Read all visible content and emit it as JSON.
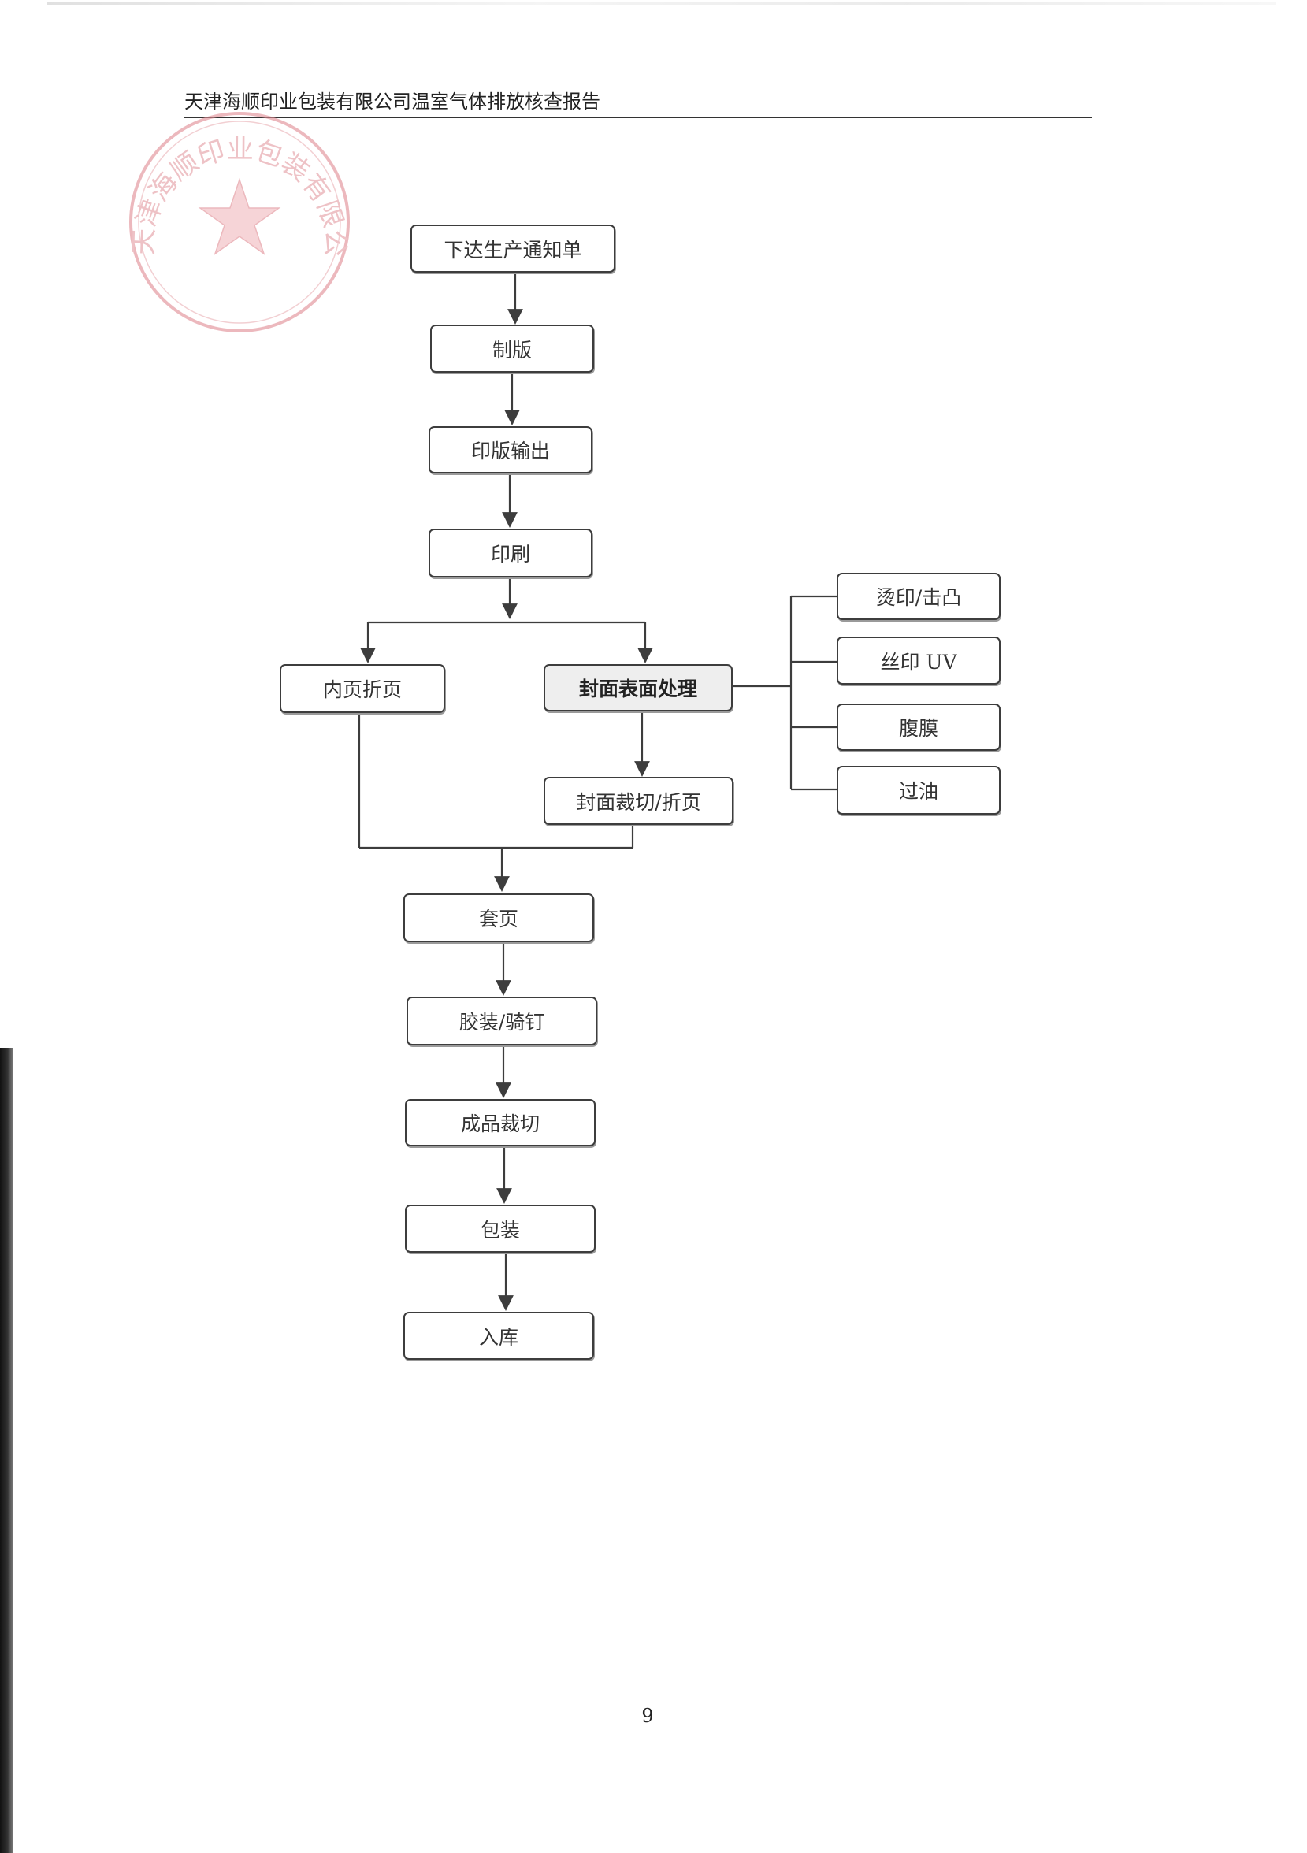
{
  "header": {
    "title": "天津海顺印业包装有限公司温室气体排放核查报告"
  },
  "stamp": {
    "description_text": "天津海顺印业包装有限公司",
    "color": "#e0707a"
  },
  "flowchart": {
    "nodes": {
      "issue_order": "下达生产通知单",
      "plate_making": "制版",
      "plate_output": "印版输出",
      "printing": "印刷",
      "inner_folding": "内页折页",
      "cover_surface": "封面表面处理",
      "cover_cutting": "封面裁切/折页",
      "hot_stamping": "烫印/击凸",
      "silk_uv": "丝印 UV",
      "laminating": "腹膜",
      "varnishing": "过油",
      "collating": "套页",
      "binding": "胶装/骑钉",
      "trimming": "成品裁切",
      "packaging": "包装",
      "warehousing": "入库"
    },
    "line_color": "#3d3d3d",
    "highlight_color": "#eeeeee"
  },
  "footer": {
    "page_number": "9"
  }
}
